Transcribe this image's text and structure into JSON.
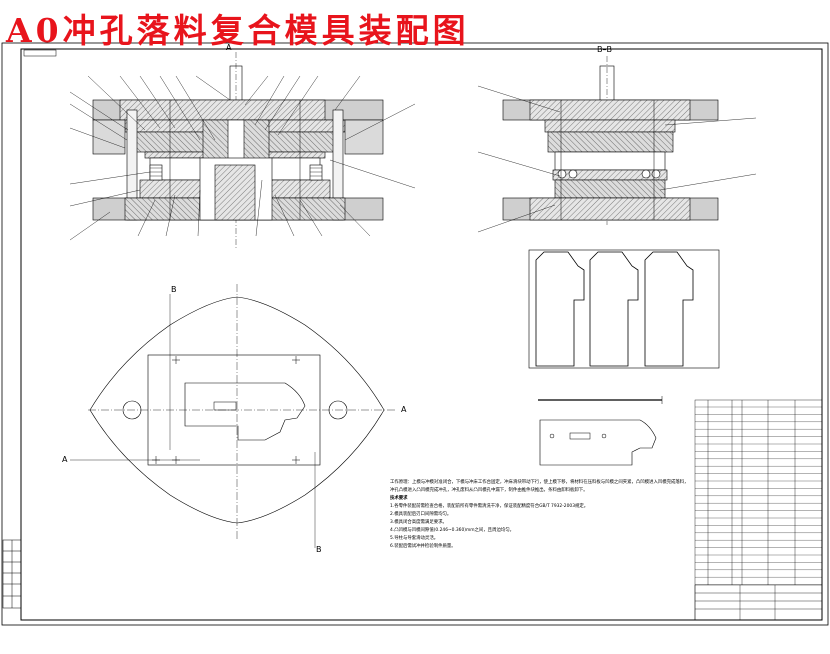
{
  "title": "A0冲孔落料复合模具装配图",
  "section_labels": {
    "a_top": "A",
    "b_top": "B–B",
    "b_upper": "B",
    "b_lower": "B",
    "a_left": "A",
    "a_right": "A"
  },
  "notes": {
    "heading": "工作原理：",
    "lines": [
      "工作原理：上模与冲模对准闭合，下模与冲床工作台固定，冲床滑块带动下行，使上模下移，将材料在压料板与凹模之间夹紧，凸凹模进入凹模完成落料，冲孔凸模进入凸凹模完成冲孔，冲孔废料从凸凹模孔中漏下，制件由推件块推出，条料由卸料板卸下。",
      "技术要求",
      "1.各零件装配前需检查合格，装配前所有零件需清洗干净，保证装配精度符合GB/T 7932-2003规定。",
      "2.模具装配后刃口间隙需均匀。",
      "3.模具闭合高度需满足要求。",
      "4.凸凹模与凹模间隙值(0.246~0.360)mm之间，且周边均匀。",
      "5.导柱与导套滑动灵活。",
      "6.装配后需试冲并检验制件质量。"
    ]
  }
}
